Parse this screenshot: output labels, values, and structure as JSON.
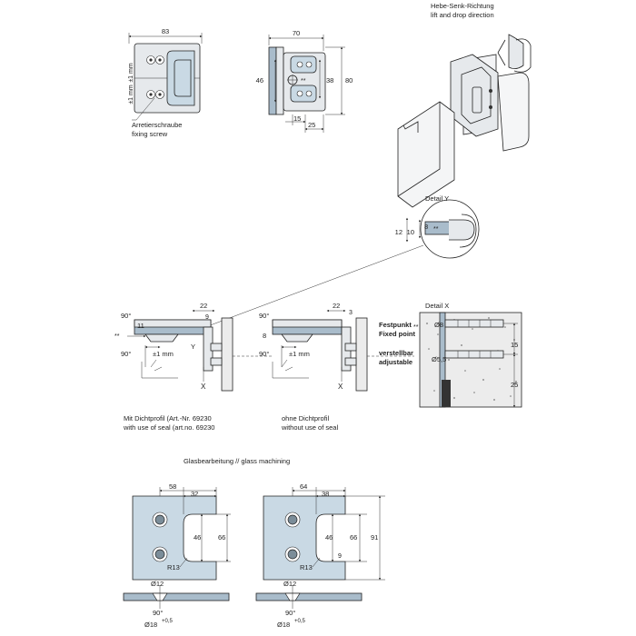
{
  "iso": {
    "title_de": "Hebe-Senk-Richtung",
    "title_en": "lift and drop direction"
  },
  "front_view": {
    "width": "83",
    "tol_top": "±1 mm",
    "tol_bottom": "±1 mm",
    "screw_de": "Arretierschraube",
    "screw_en": "fixing screw"
  },
  "side_view": {
    "width": "70",
    "height_outer": "80",
    "height_mid": "46",
    "height_inner": "38",
    "marker": "**",
    "dim_a": "15",
    "dim_b": "25"
  },
  "detail_y": {
    "title": "Detail Y",
    "dim_outer": "12",
    "dim_mid": "10",
    "dim_inner": "8",
    "marker": "**"
  },
  "section_with_seal": {
    "dim_top": "22",
    "dim_small": "9",
    "angle_top": "90°",
    "angle_bottom": "90°",
    "dim_left": "11",
    "marker": "**",
    "tol": "±1 mm",
    "label_y": "Y",
    "label_x": "X",
    "caption_de": "Mit Dichtprofil  (Art.-Nr. 69230",
    "caption_en": "with use of seal (art.no. 69230"
  },
  "section_without_seal": {
    "dim_top": "22",
    "dim_small": "3",
    "angle_top": "90°",
    "angle_bottom": "90°",
    "dim_left": "8",
    "tol": "±1 mm",
    "label_x": "X",
    "caption_de": "ohne Dichtprofil",
    "caption_en": "without use of seal"
  },
  "detail_x": {
    "title": "Detail X",
    "fixed_de": "Festpunkt",
    "fixed_en": "Fixed point",
    "adjust_de": "verstellbar",
    "adjust_en": "adjustable",
    "marker": "**",
    "dia_top": "Ø8",
    "dia_bottom": "Ø5,5",
    "dim_a": "15",
    "dim_b": "25"
  },
  "machining": {
    "title": "Glasbearbeitung // glass machining",
    "left": {
      "w_outer": "58",
      "w_inner": "32",
      "h_inner": "46",
      "h_outer": "66",
      "radius": "R13",
      "hole_dia": "Ø12",
      "angle": "90°",
      "countersink": "Ø18",
      "countersink_tol": "+0,5"
    },
    "right": {
      "w_outer": "64",
      "w_inner": "38",
      "h_inner": "46",
      "h_mid": "66",
      "h_outer": "91",
      "small": "9",
      "radius": "R13",
      "hole_dia": "Ø12",
      "angle": "90°",
      "countersink": "Ø18",
      "countersink_tol": "+0,5"
    }
  }
}
